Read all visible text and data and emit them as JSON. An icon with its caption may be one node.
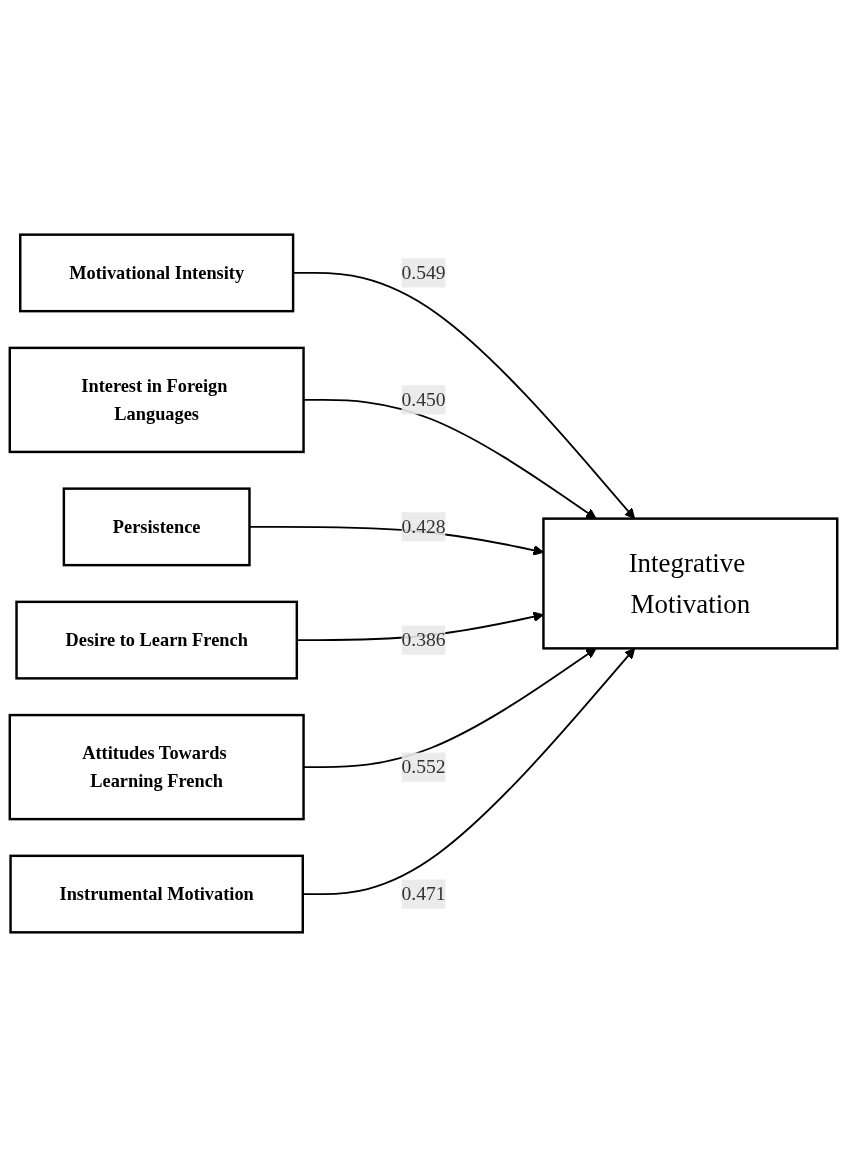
{
  "diagram": {
    "nodes": [
      {
        "text": [
          "Motivational Intensity"
        ]
      },
      {
        "text": [
          "Interest in Foreign Languages"
        ]
      },
      {
        "text": [
          "Persistence"
        ]
      },
      {
        "text": [
          "Desire to Learn French"
        ]
      },
      {
        "text": [
          "Attitudes Towards Learning French"
        ]
      },
      {
        "text": [
          "Instrumental Motivation"
        ]
      },
      {
        "text": [
          "Integrative Motivation"
        ]
      }
    ],
    "edges": [
      {
        "from": 0,
        "to": 6,
        "arrow": "to",
        "label": "0.549"
      },
      {
        "from": 1,
        "to": 6,
        "arrow": "to",
        "label": "0.450"
      },
      {
        "from": 2,
        "to": 6,
        "arrow": "to",
        "label": "0.428"
      },
      {
        "from": 3,
        "to": 6,
        "arrow": "to",
        "label": "0.386"
      },
      {
        "from": 4,
        "to": 6,
        "arrow": "to",
        "label": "0.552"
      },
      {
        "from": 5,
        "to": 6,
        "arrow": "to",
        "label": "0.471"
      }
    ]
  }
}
